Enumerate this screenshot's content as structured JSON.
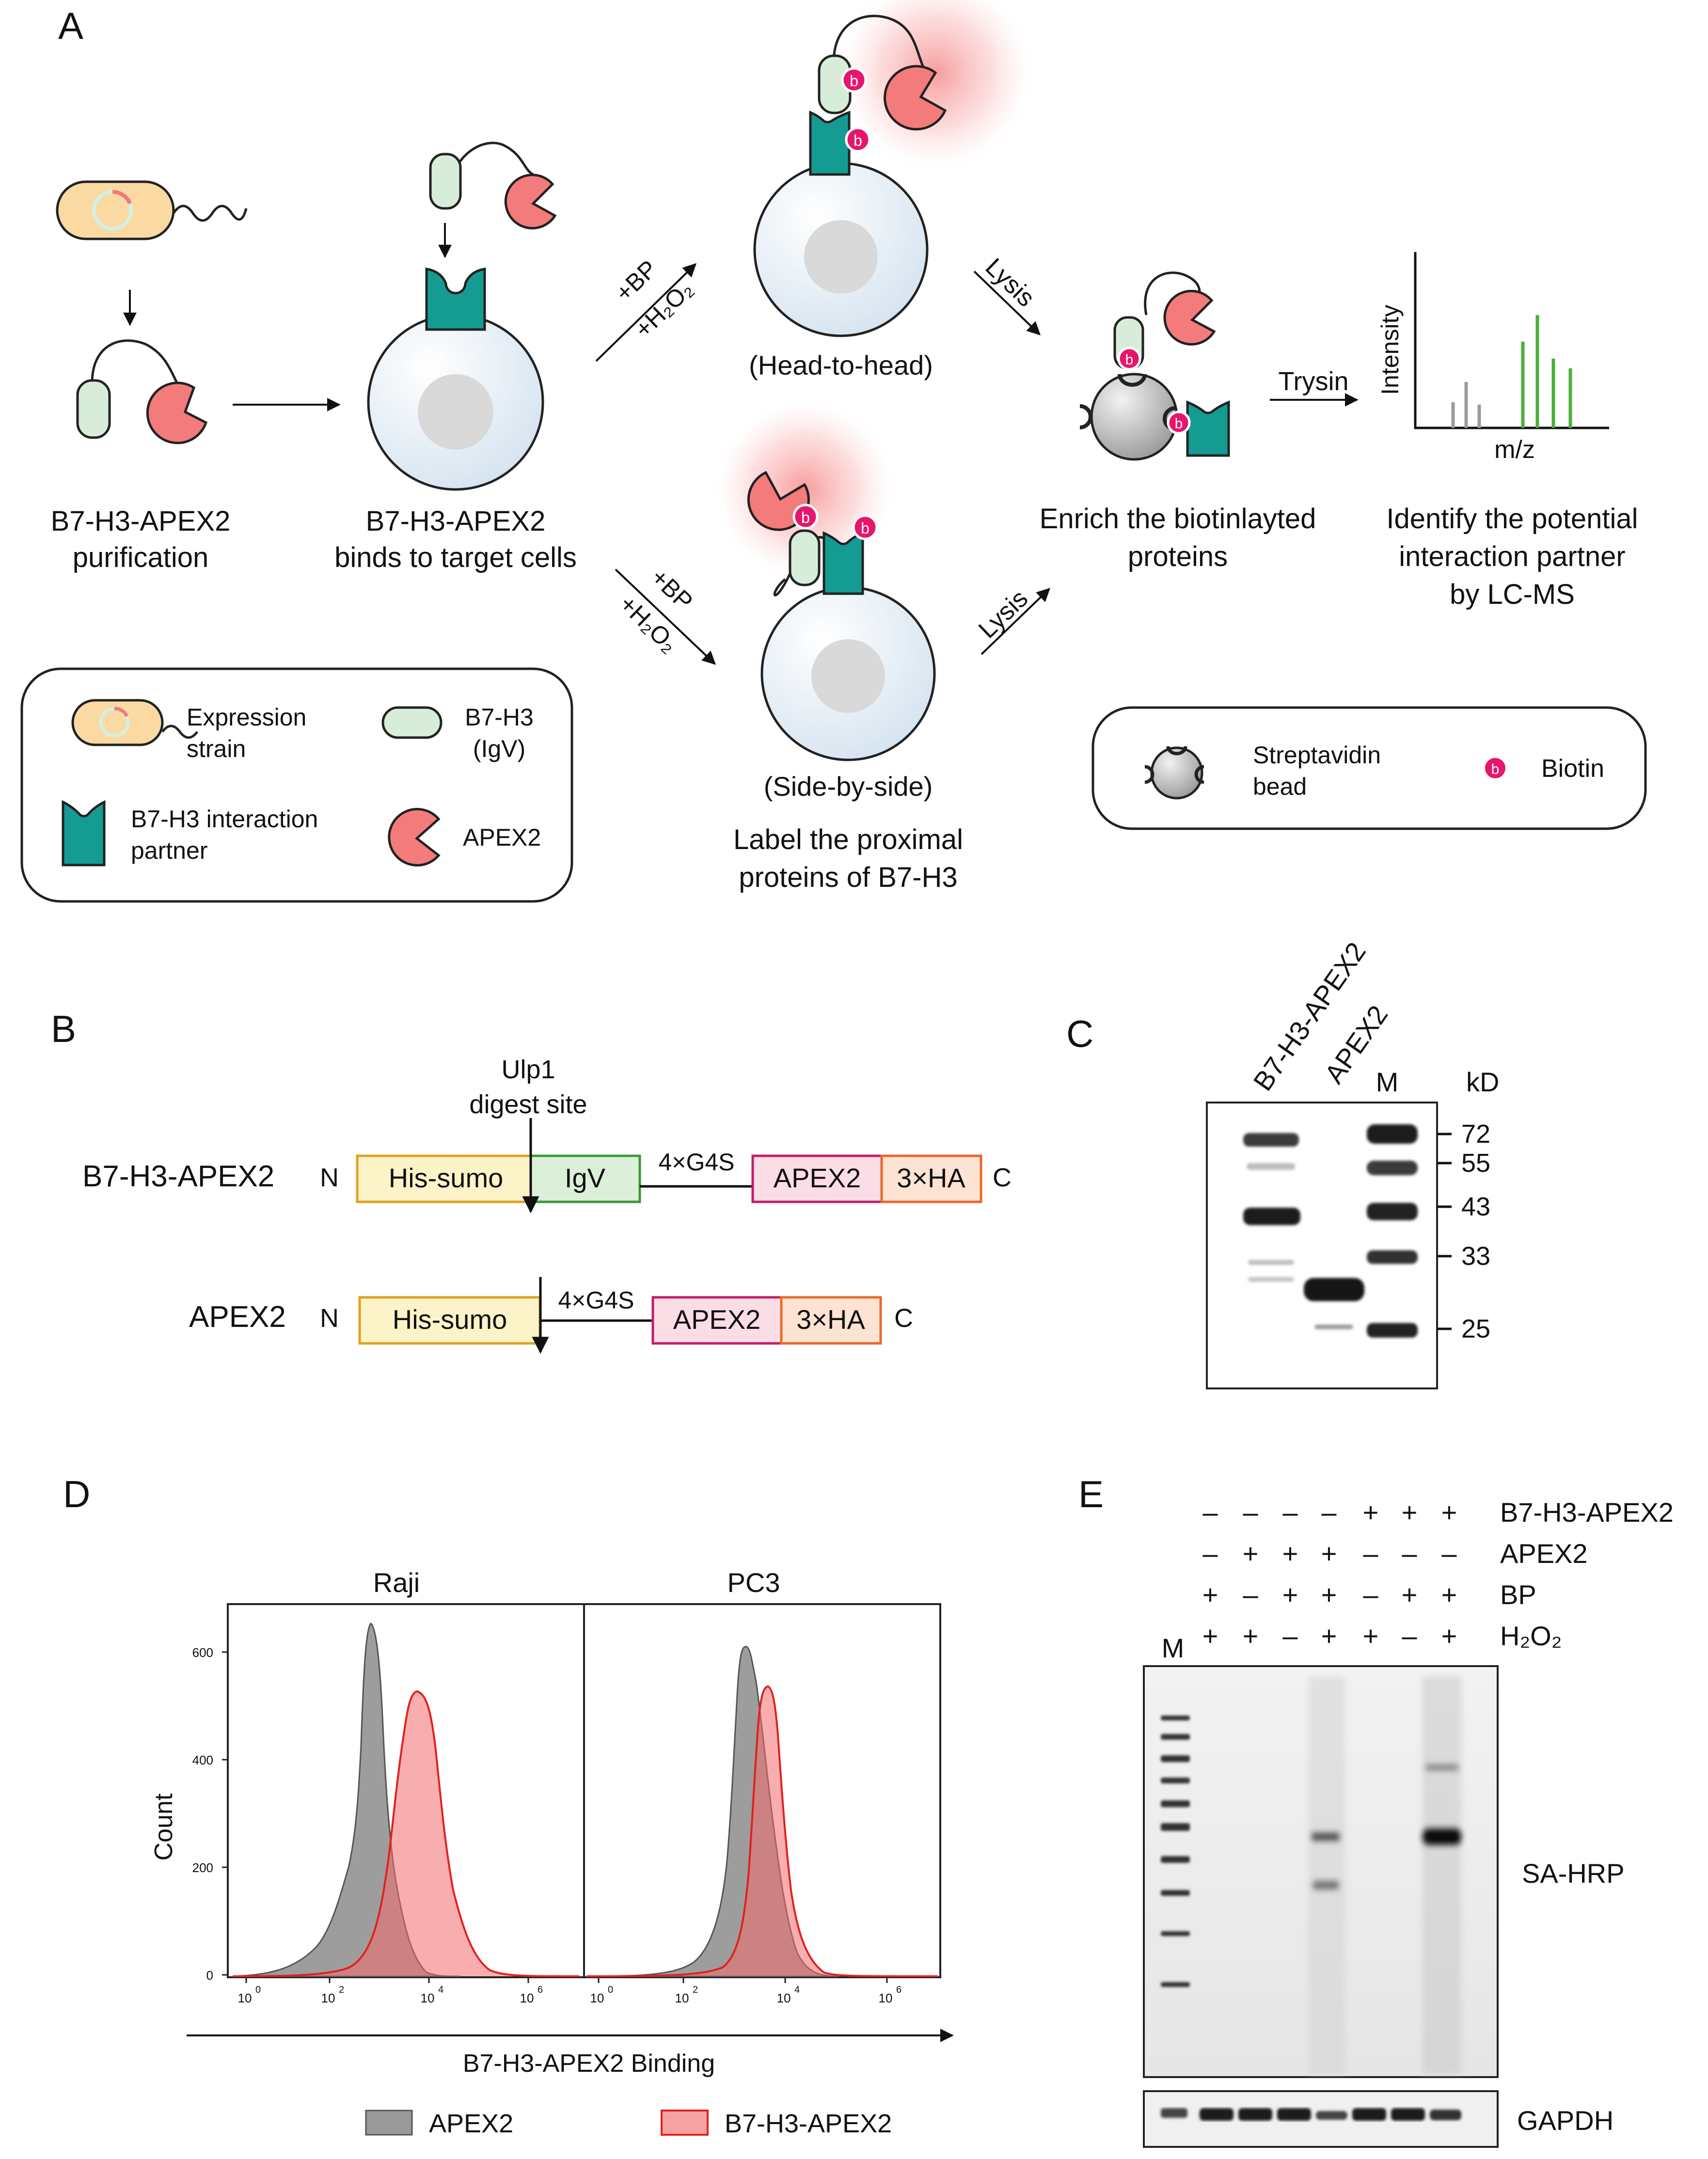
{
  "panel_a": {
    "letter": "A",
    "step1": [
      "B7-H3-APEX2",
      "purification"
    ],
    "step2": [
      "B7-H3-APEX2",
      "binds to target cells"
    ],
    "upper_arrow_labels": [
      "+BP",
      "+H₂O₂"
    ],
    "lower_arrow_labels": [
      "+BP",
      "+H₂O₂"
    ],
    "head_to_head": "(Head-to-head)",
    "side_by_side": "(Side-by-side)",
    "label_proximal": [
      "Label the proximal",
      "proteins of B7-H3"
    ],
    "lysis": "Lysis",
    "enrich": [
      "Enrich the biotinlayted",
      "proteins"
    ],
    "trysin": "Trysin",
    "spectrum_ylabel": "Intensity",
    "spectrum_xlabel": "m/z",
    "identify": [
      "Identify the potential",
      "interaction partner",
      "by LC-MS"
    ],
    "biotin_mark": "b",
    "legend1": {
      "expression_strain": [
        "Expression",
        "strain"
      ],
      "b7h3": [
        "B7-H3",
        "(IgV)"
      ],
      "partner": [
        "B7-H3 interaction",
        "partner"
      ],
      "apex2": "APEX2"
    },
    "legend2": {
      "bead": [
        "Streptavidin",
        "bead"
      ],
      "biotin": "Biotin"
    }
  },
  "panel_b": {
    "letter": "B",
    "ulp1": [
      "Ulp1",
      "digest site"
    ],
    "construct1": {
      "name": "B7-H3-APEX2",
      "n": "N",
      "c": "C",
      "his": "His-sumo",
      "igv": "IgV",
      "linker": "4×G4S",
      "apex": "APEX2",
      "ha": "3×HA"
    },
    "construct2": {
      "name": "APEX2",
      "n": "N",
      "c": "C",
      "his": "His-sumo",
      "linker": "4×G4S",
      "apex": "APEX2",
      "ha": "3×HA"
    }
  },
  "panel_c": {
    "letter": "C",
    "lanes": [
      "B7-H3-APEX2",
      "APEX2",
      "M"
    ],
    "unit": "kD",
    "markers": [
      "72",
      "55",
      "43",
      "33",
      "25"
    ]
  },
  "panel_d": {
    "letter": "D",
    "titles": [
      "Raji",
      "PC3"
    ],
    "ylabel": "Count",
    "xlabel": "B7-H3-APEX2 Binding",
    "yticks": [
      "0",
      "200",
      "400",
      "600"
    ],
    "xticks": [
      "10",
      "10",
      "10",
      "10"
    ],
    "xexp": [
      "0",
      "2",
      "4",
      "6"
    ],
    "legend": [
      "APEX2",
      "B7-H3-APEX2"
    ],
    "colors": {
      "apex2": "#8c8c8c",
      "b7h3_apex2": "#f36c6c"
    }
  },
  "panel_e": {
    "letter": "E",
    "rows": [
      {
        "label": "B7-H3-APEX2",
        "marks": [
          "–",
          "–",
          "–",
          "–",
          "+",
          "+",
          "+"
        ]
      },
      {
        "label": "APEX2",
        "marks": [
          "–",
          "+",
          "+",
          "+",
          "–",
          "–",
          "–"
        ]
      },
      {
        "label": "BP",
        "marks": [
          "+",
          "–",
          "+",
          "+",
          "–",
          "+",
          "+"
        ]
      },
      {
        "label": "H₂O₂",
        "marks": [
          "+",
          "+",
          "–",
          "+",
          "+",
          "–",
          "+"
        ]
      }
    ],
    "m": "M",
    "blot1": "SA-HRP",
    "blot2": "GAPDH"
  }
}
